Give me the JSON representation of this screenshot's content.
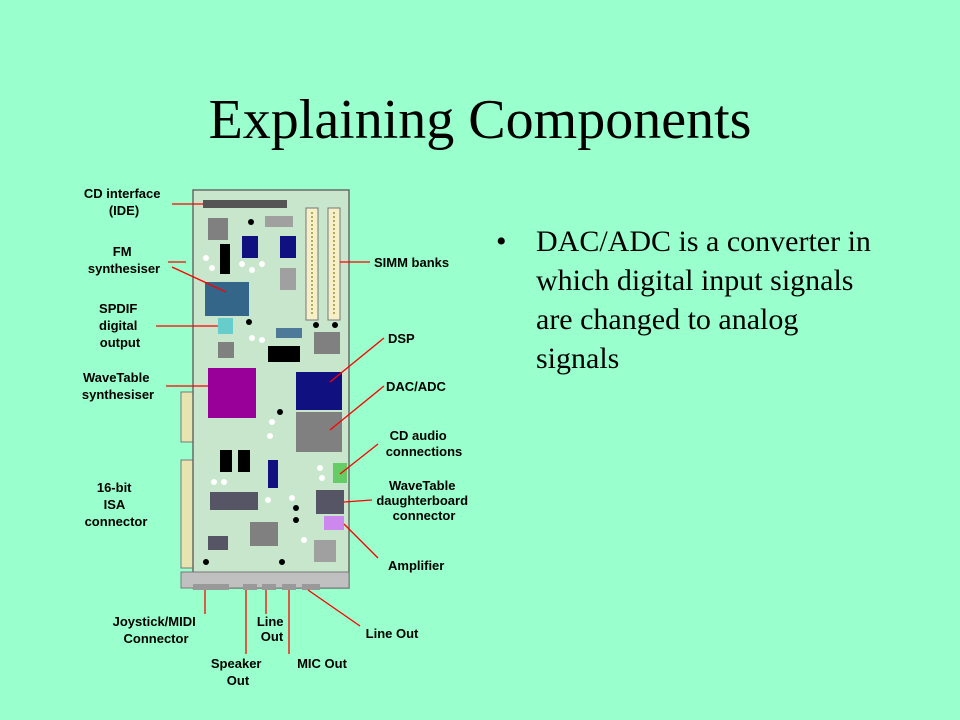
{
  "slide": {
    "title": "Explaining Components",
    "bullet": "DAC/ADC is a converter in which digital input signals are changed to analog signals"
  },
  "colors": {
    "background": "#99ffcc",
    "board": "#c8e6cc",
    "leader_line": "#ff0000"
  },
  "diagram": {
    "labels": {
      "cd_interface": [
        "CD interface",
        "(IDE)"
      ],
      "fm_synth": [
        "FM",
        "synthesiser"
      ],
      "spdif": [
        "SPDIF",
        "digital",
        "output"
      ],
      "wavetable_synth": [
        "WaveTable",
        "synthesiser"
      ],
      "isa": [
        "16-bit",
        "ISA",
        "connector"
      ],
      "joystick": [
        "Joystick/MIDI",
        "Connector"
      ],
      "speaker_out": [
        "Speaker",
        "Out"
      ],
      "line_out_lower": [
        "Line",
        "Out"
      ],
      "mic_out": [
        "MIC Out"
      ],
      "line_out_right": [
        "Line Out"
      ],
      "simm": [
        "SIMM banks"
      ],
      "dsp": [
        "DSP"
      ],
      "dac_adc": [
        "DAC/ADC"
      ],
      "cd_audio": [
        "CD audio",
        "connections"
      ],
      "wavetable_daughter": [
        "WaveTable",
        "daughterboard",
        "connector"
      ],
      "amplifier": [
        "Amplifier"
      ]
    }
  }
}
